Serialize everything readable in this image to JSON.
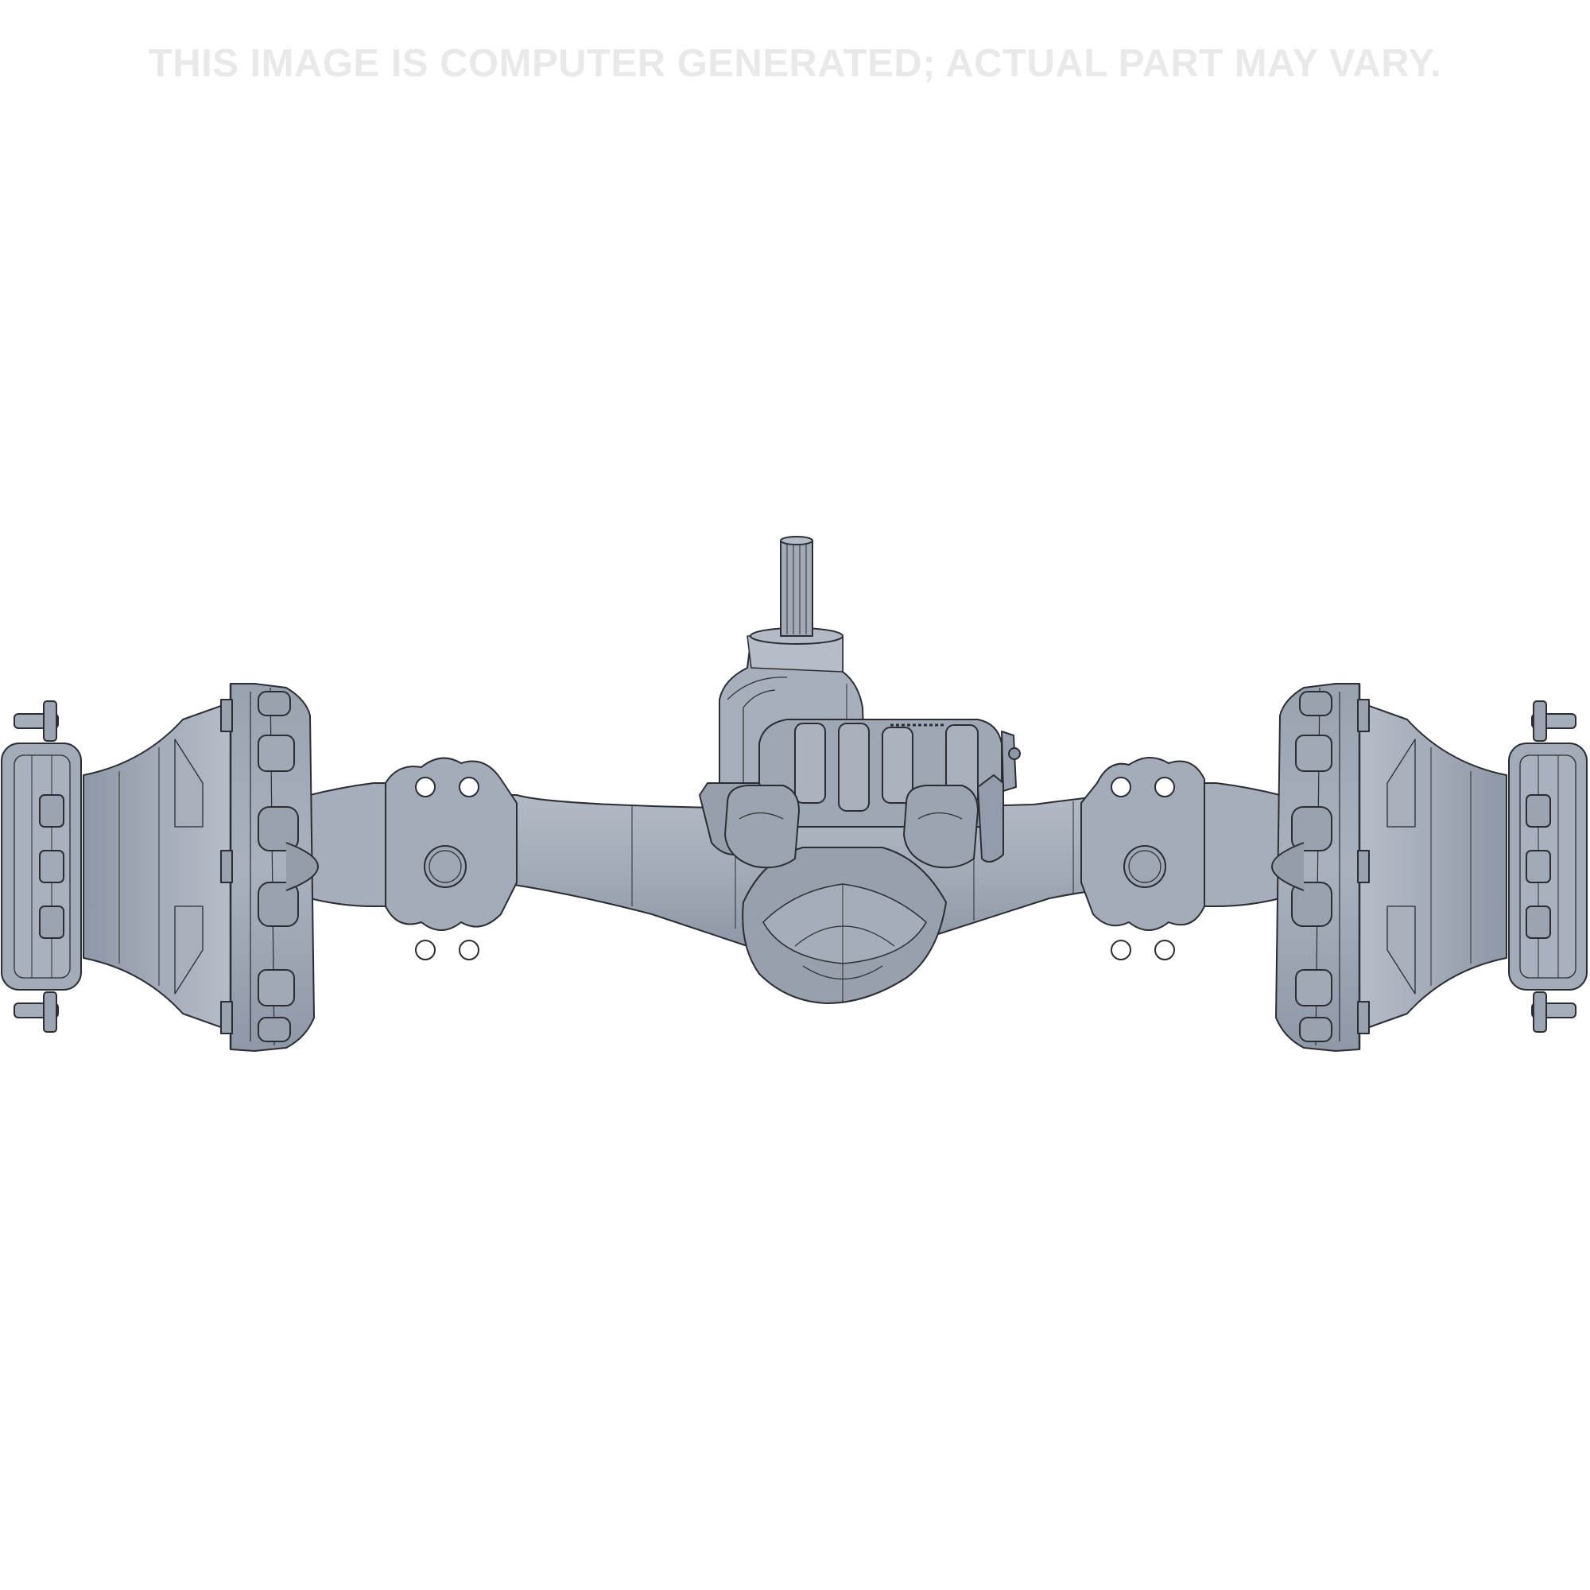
{
  "disclaimer": "THIS IMAGE IS COMPUTER GENERATED; ACTUAL PART MAY VARY.",
  "colors": {
    "background": "#ffffff",
    "disclaimer_text": "#e9e9e9",
    "part_fill": "#a4acb9",
    "part_shade": "#8a93a2",
    "part_highlight": "#bcc3cf",
    "outline": "#2a2d33"
  },
  "subject": {
    "type": "steering drive axle assembly",
    "components": [
      "pinion-shaft",
      "differential-housing",
      "axle-beam",
      "left-hub",
      "right-hub",
      "mounting-pads"
    ]
  }
}
